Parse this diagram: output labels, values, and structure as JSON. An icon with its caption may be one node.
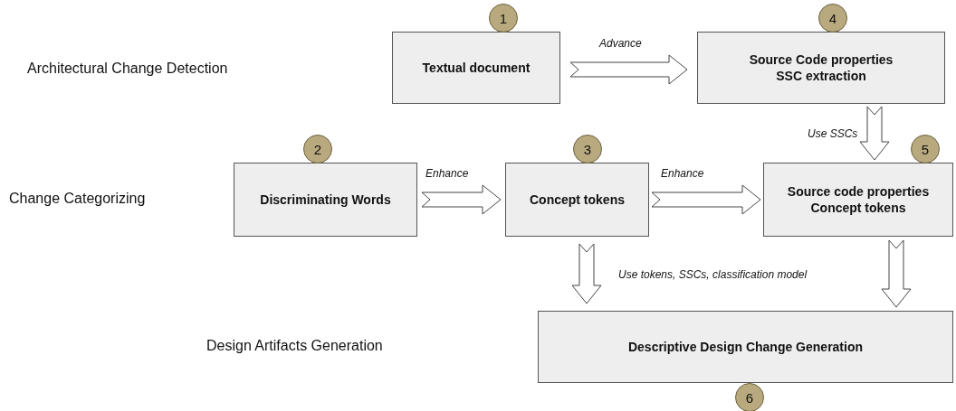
{
  "diagram": {
    "nodes": [
      {
        "text": [
          "Textual document"
        ],
        "beside": [
          "1"
        ]
      },
      {
        "text": [
          "Source Code properties",
          "SSC extraction"
        ],
        "beside": [
          "4"
        ]
      },
      {
        "text": [
          "Discriminating Words"
        ],
        "beside": [
          "2"
        ]
      },
      {
        "text": [
          "Concept tokens"
        ],
        "beside": [
          "3"
        ]
      },
      {
        "text": [
          "Source code properties",
          "Concept tokens"
        ],
        "beside": [
          "5"
        ]
      },
      {
        "text": [
          "Descriptive Design Change Generation"
        ],
        "beside": [
          "6"
        ]
      }
    ],
    "edges": [
      {
        "from": 0,
        "to": 1,
        "arrow": "to",
        "label": "Advance"
      },
      {
        "from": 1,
        "to": 4,
        "arrow": "to",
        "label": "Use SSCs"
      },
      {
        "from": 2,
        "to": 3,
        "arrow": "to",
        "label": "Enhance"
      },
      {
        "from": 3,
        "to": 4,
        "arrow": "to",
        "label": "Enhance"
      },
      {
        "from": 3,
        "to": 5,
        "arrow": "to"
      },
      {
        "from": 4,
        "to": 5,
        "arrow": "to"
      }
    ],
    "labels": [
      "Architectural Change Detection",
      "Change Categorizing",
      "Design Artifacts Generation",
      "Use tokens, SSCs, classification model"
    ]
  }
}
